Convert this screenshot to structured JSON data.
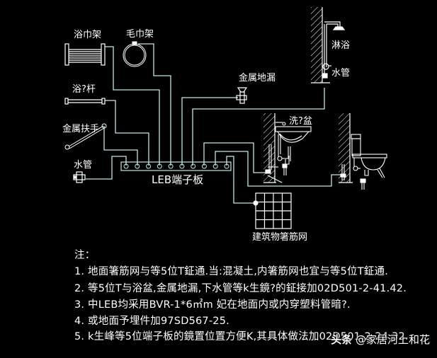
{
  "colors": {
    "background": "#000000",
    "wire": "#bfe6e6",
    "fixture": "#ffffff"
  },
  "labels": {
    "towel_rack": "浴巾架",
    "towel_ring": "毛巾架",
    "bath_bar": "浴?杆",
    "metal_handrail": "金属扶手",
    "water_pipe_left": "水管",
    "terminal_board": "LEB端子板",
    "metal_floor_drain": "金属地漏",
    "shower": "淋浴",
    "water_pipe_right": "水管",
    "wash_basin": "洗?盆",
    "rebar_mesh": "建筑物箸筋网"
  },
  "terminal_board": {
    "terminal_count": 10
  },
  "notes": {
    "title": "注：",
    "items": [
      "1.  地面箸筋网与等5位T鉦通.当:混凝土,内箸筋网也宜与等5位T鉦通.",
      "2.  等5位T与浴盆,金属地漏,下水管等k生鏡?的鉦接加02D501-2-41.42.",
      "3.  中LEB均采用BVR-1*6㎡m  妃在地面内或内穿塑料管暗?.",
      "4.  或地面予埋件加97SD567-25.",
      "5.  k生峰等5位端子板的鏡置位置方便K,其具体做法加02D501-2-24.32."
    ]
  },
  "watermark": {
    "brand": "头条",
    "handle": "@家居河上和花"
  }
}
